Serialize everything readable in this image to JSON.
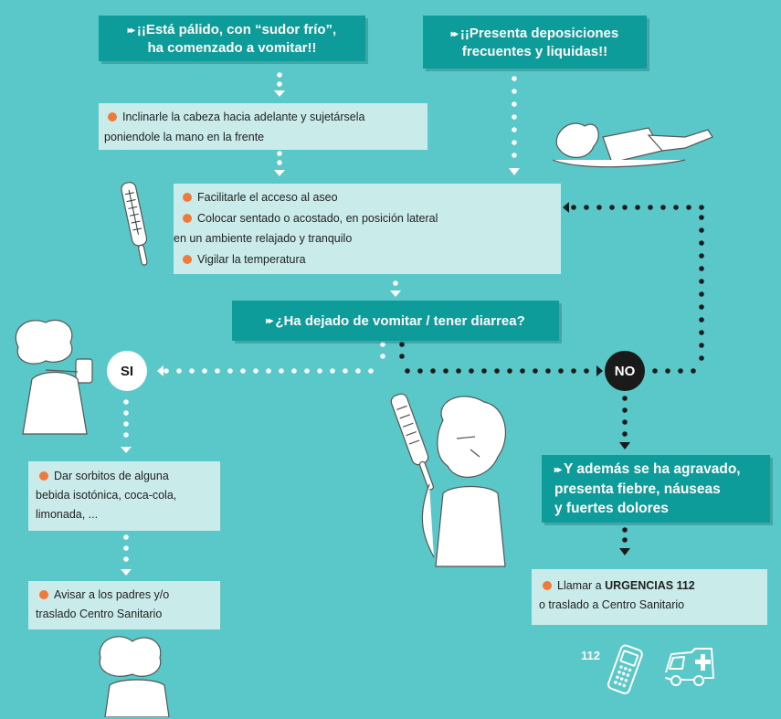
{
  "headers": {
    "vomit": {
      "line1": "¡¡Está pálido, con “sudor frío”,",
      "line2": "ha comenzado a vomitar!!"
    },
    "diarrhea": {
      "line1": "¡¡Presenta deposiciones",
      "line2": "frecuentes y liquidas!!"
    },
    "question": {
      "text": "¿Ha dejado de vomitar / tener diarrea?"
    },
    "worse": {
      "line1": "Y además se ha agravado,",
      "line2": "presenta fiebre, náuseas",
      "line3": "y fuertes dolores"
    }
  },
  "arrow_glyph": "▸▸",
  "boxes": {
    "head": {
      "line1": "Inclinarle la cabeza hacia adelante y sujetársela",
      "line2": "poniendole la mano en la frente"
    },
    "care": {
      "item1": "Facilitarle  el acceso al aseo",
      "item2": "Colocar sentado o acostado, en posición lateral",
      "item2b": "en un ambiente relajado y tranquilo",
      "item3": "Vigilar la temperatura"
    },
    "sips": {
      "line1": "Dar sorbitos de alguna",
      "line2": "bebida isotónica, coca-cola,",
      "line3": "limonada, ..."
    },
    "parents": {
      "line1": "Avisar a los padres y/o",
      "line2": "traslado Centro Sanitario"
    },
    "emergency": {
      "prefix": "Llamar a ",
      "bold": "URGENCIAS 112",
      "line2": "o traslado a Centro Sanitario"
    }
  },
  "answers": {
    "yes": "SI",
    "no": "NO"
  },
  "phone_number": "112",
  "icons": [
    "thermometer-icon",
    "mobile-phone-icon",
    "ambulance-icon"
  ],
  "colors": {
    "background": "#5ac8c8",
    "header": "#0e9c9a",
    "box": "#c9ebea",
    "bullet": "#f07a3a",
    "dark": "#1a1a1a"
  }
}
